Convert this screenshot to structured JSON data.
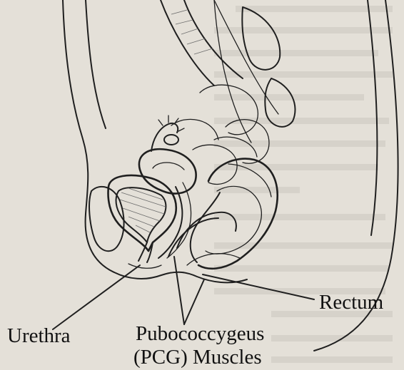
{
  "labels": {
    "rectum": "Rectum",
    "urethra": "Urethra",
    "pcg_line1": "Pubococcygeus",
    "pcg_line2": "(PCG) Muscles"
  },
  "colors": {
    "paper": "#e4e0d8",
    "ink": "#1f1f1f",
    "bleed_text": "#bdbab3"
  }
}
